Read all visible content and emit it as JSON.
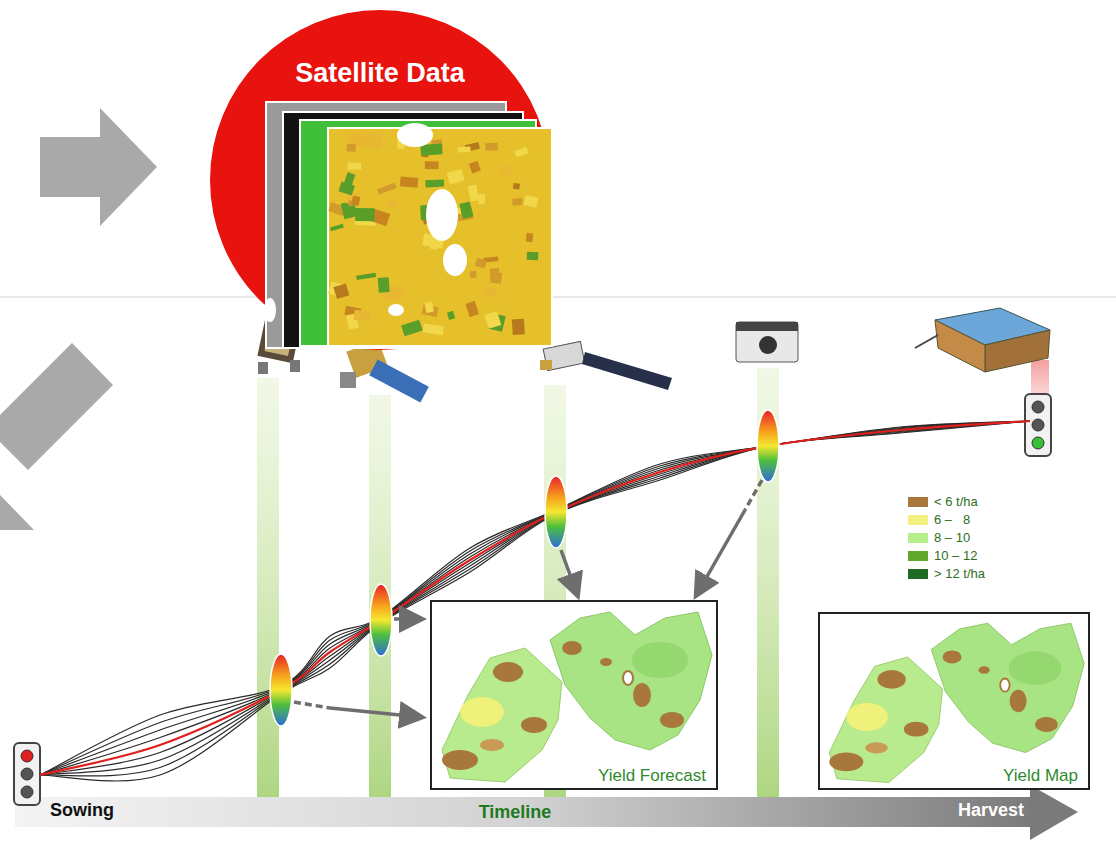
{
  "diagram": {
    "nodes": [
      {
        "text": [
          "Satellite Data"
        ]
      },
      {
        "text": [
          "Yield Forecast"
        ]
      },
      {
        "text": [
          "Yield Map"
        ]
      }
    ],
    "labels": [
      "Sowing",
      "Timeline",
      "Harvest"
    ],
    "legend": [
      {
        "text": "< 6 t/ha",
        "color": "#a8773c"
      },
      {
        "text": "6 –   8",
        "color": "#f4f07e"
      },
      {
        "text": "8 – 10",
        "color": "#b6ee8c"
      },
      {
        "text": "10 – 12",
        "color": "#5fa82c"
      },
      {
        "text": "> 12 t/ha",
        "color": "#1f6b25"
      }
    ]
  }
}
